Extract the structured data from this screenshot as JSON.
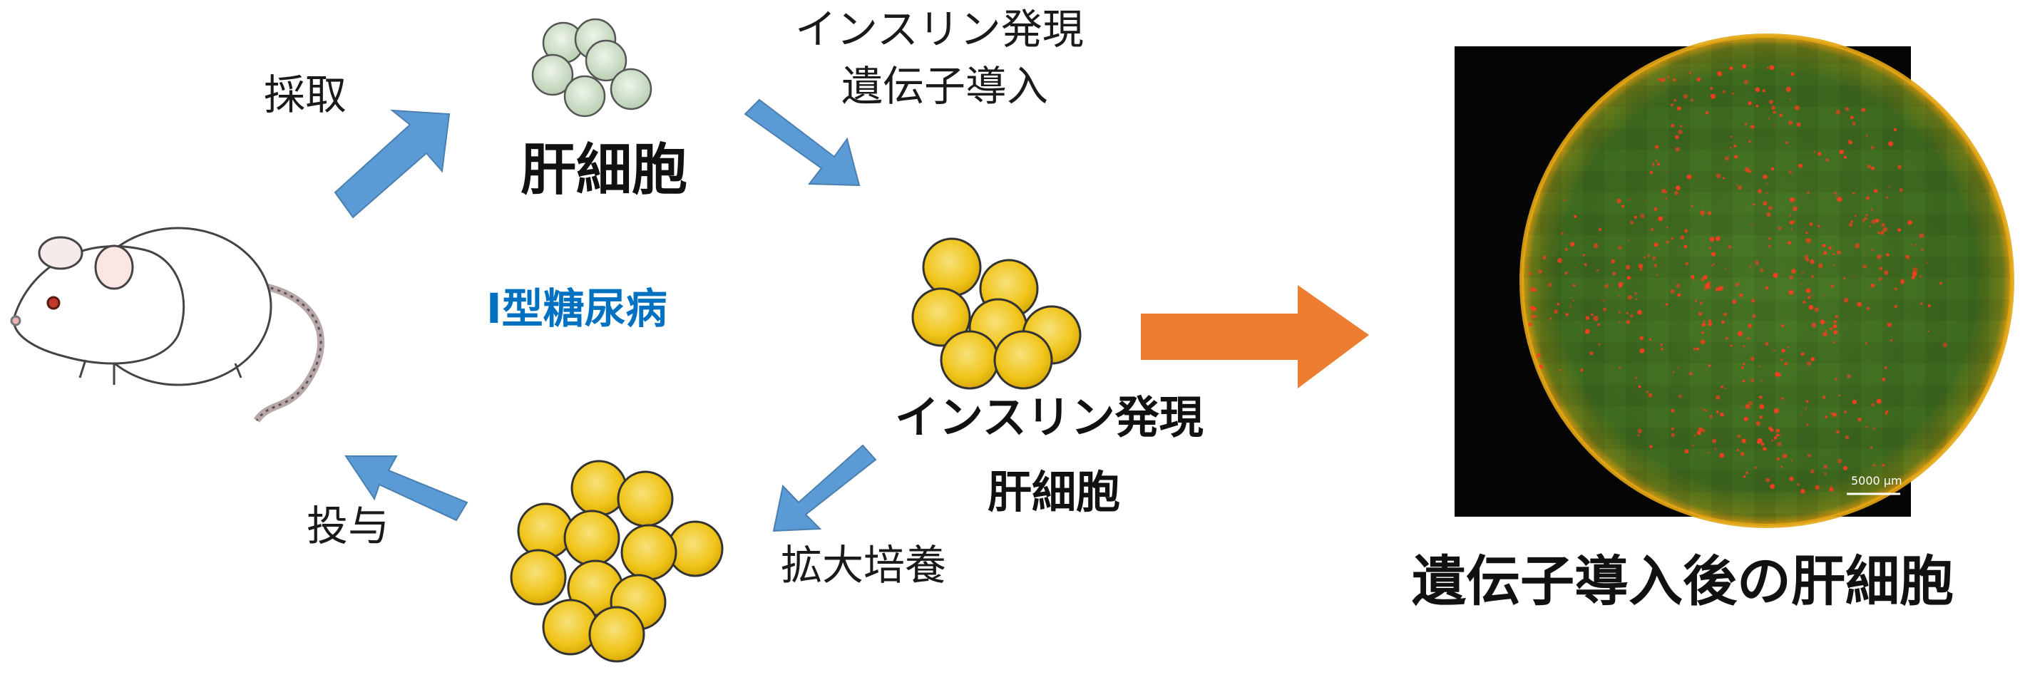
{
  "labels": {
    "collect": "採取",
    "hepatocyte_top": "肝細胞",
    "insulin_line1": "インスリン発現",
    "insulin_line2": "遺伝子導入",
    "disease": "Ⅰ型糖尿病",
    "insulin_cells_line1": "インスリン発現",
    "insulin_cells_line2": "肝細胞",
    "administer": "投与",
    "expand": "拡大培養",
    "result_caption": "遺伝子導入後の肝細胞",
    "scale_bar": "5000 μm"
  },
  "colors": {
    "blue_arrow": "#5b9bd5",
    "orange_arrow": "#ed7d31",
    "disease_text": "#0070c0",
    "green_cell": "#c9dcc3",
    "yellow_cell": "#f0c419",
    "fluorescent_red": "#ff3b1f",
    "well_green": "#3c6a1e"
  },
  "icons": [
    "mouse-illustration",
    "hepatocyte-cluster-icon",
    "insulin-cell-cluster-icon",
    "expanded-cell-cluster-icon",
    "microscopy-image"
  ]
}
